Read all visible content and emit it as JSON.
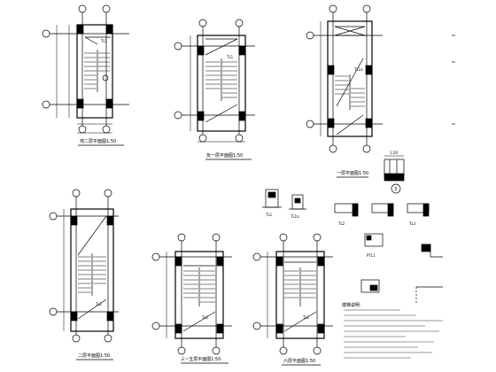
{
  "plans": [
    {
      "id": "p1",
      "title": "地二层平面图1:50",
      "landing": "TL1"
    },
    {
      "id": "p2",
      "title": "负一层平面图1:50",
      "landing": "TL1"
    },
    {
      "id": "p3",
      "title": "一层平面图1:50",
      "landing": "TL1a"
    },
    {
      "id": "p4",
      "title": "二层平面图1:50",
      "landing": "TL1"
    },
    {
      "id": "p5",
      "title": "三~五层平面图1:50",
      "landing": "TL1"
    },
    {
      "id": "p6",
      "title": "六层平面图1:50",
      "landing": "TL1"
    }
  ],
  "details": {
    "scale_note": "1:20",
    "section_no": "3",
    "beam_labels": [
      "TL1",
      "TL1a",
      "TL2",
      "PTL1",
      "TL3"
    ],
    "notes_title": "楼梯说明："
  },
  "colors": {
    "line": "#000000",
    "accent": "#1a1a1a",
    "hatch": "#000000"
  }
}
